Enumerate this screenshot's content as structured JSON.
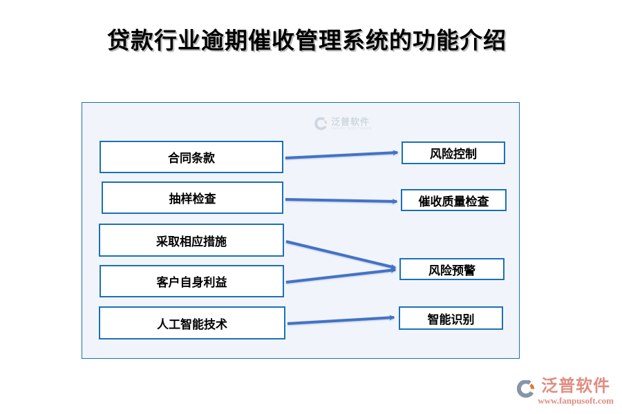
{
  "page": {
    "title": "贷款行业逾期催收管理系统的功能介绍"
  },
  "diagram": {
    "left_nodes": [
      {
        "label": "合同条款"
      },
      {
        "label": "抽样检查"
      },
      {
        "label": "采取相应措施"
      },
      {
        "label": "客户自身利益"
      },
      {
        "label": "人工智能技术"
      }
    ],
    "right_nodes": [
      {
        "label": "风险控制"
      },
      {
        "label": "催收质量检查"
      },
      {
        "label": "风险预警"
      },
      {
        "label": "智能识别"
      }
    ],
    "connections": [
      {
        "from": "合同条款",
        "to": "风险控制"
      },
      {
        "from": "抽样检查",
        "to": "催收质量检查"
      },
      {
        "from": "采取相应措施",
        "to": "风险预警"
      },
      {
        "from": "客户自身利益",
        "to": "风险预警"
      },
      {
        "from": "人工智能技术",
        "to": "智能识别"
      }
    ],
    "colors": {
      "container_bg": "#f1f5fb",
      "container_border": "#1a70b8",
      "node_border": "#1a70b8",
      "node_bg": "#ffffff",
      "arrow": "#4472c4",
      "text": "#000000"
    }
  },
  "watermark": {
    "brand": "泛普软件",
    "subtitle": "FANPU SOFTWARE"
  },
  "footer_logo": {
    "brand": "泛普软件",
    "url": "www.fanpusoft.com",
    "brand_color": "#e18d80",
    "mark_gray": "#8795a9",
    "mark_orange": "#e1792f"
  }
}
